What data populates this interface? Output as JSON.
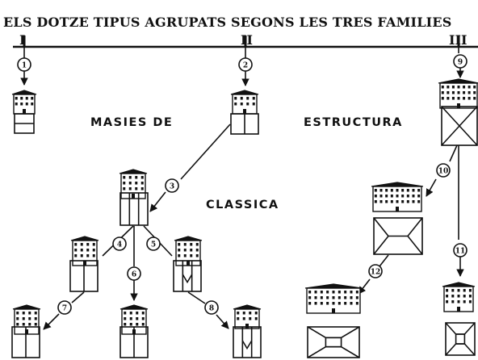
{
  "title": "ELS DOTZE TIPUS AGRUPATS SEGONS LES TRES FAMILIES",
  "families": [
    "I",
    "II",
    "III"
  ],
  "labels": {
    "masies_de": "MASIES DE",
    "estructura": "ESTRUCTURA",
    "classica": "CLASSICA"
  },
  "type_numbers": [
    "1",
    "2",
    "3",
    "4",
    "5",
    "6",
    "7",
    "8",
    "9",
    "10",
    "11",
    "12"
  ]
}
